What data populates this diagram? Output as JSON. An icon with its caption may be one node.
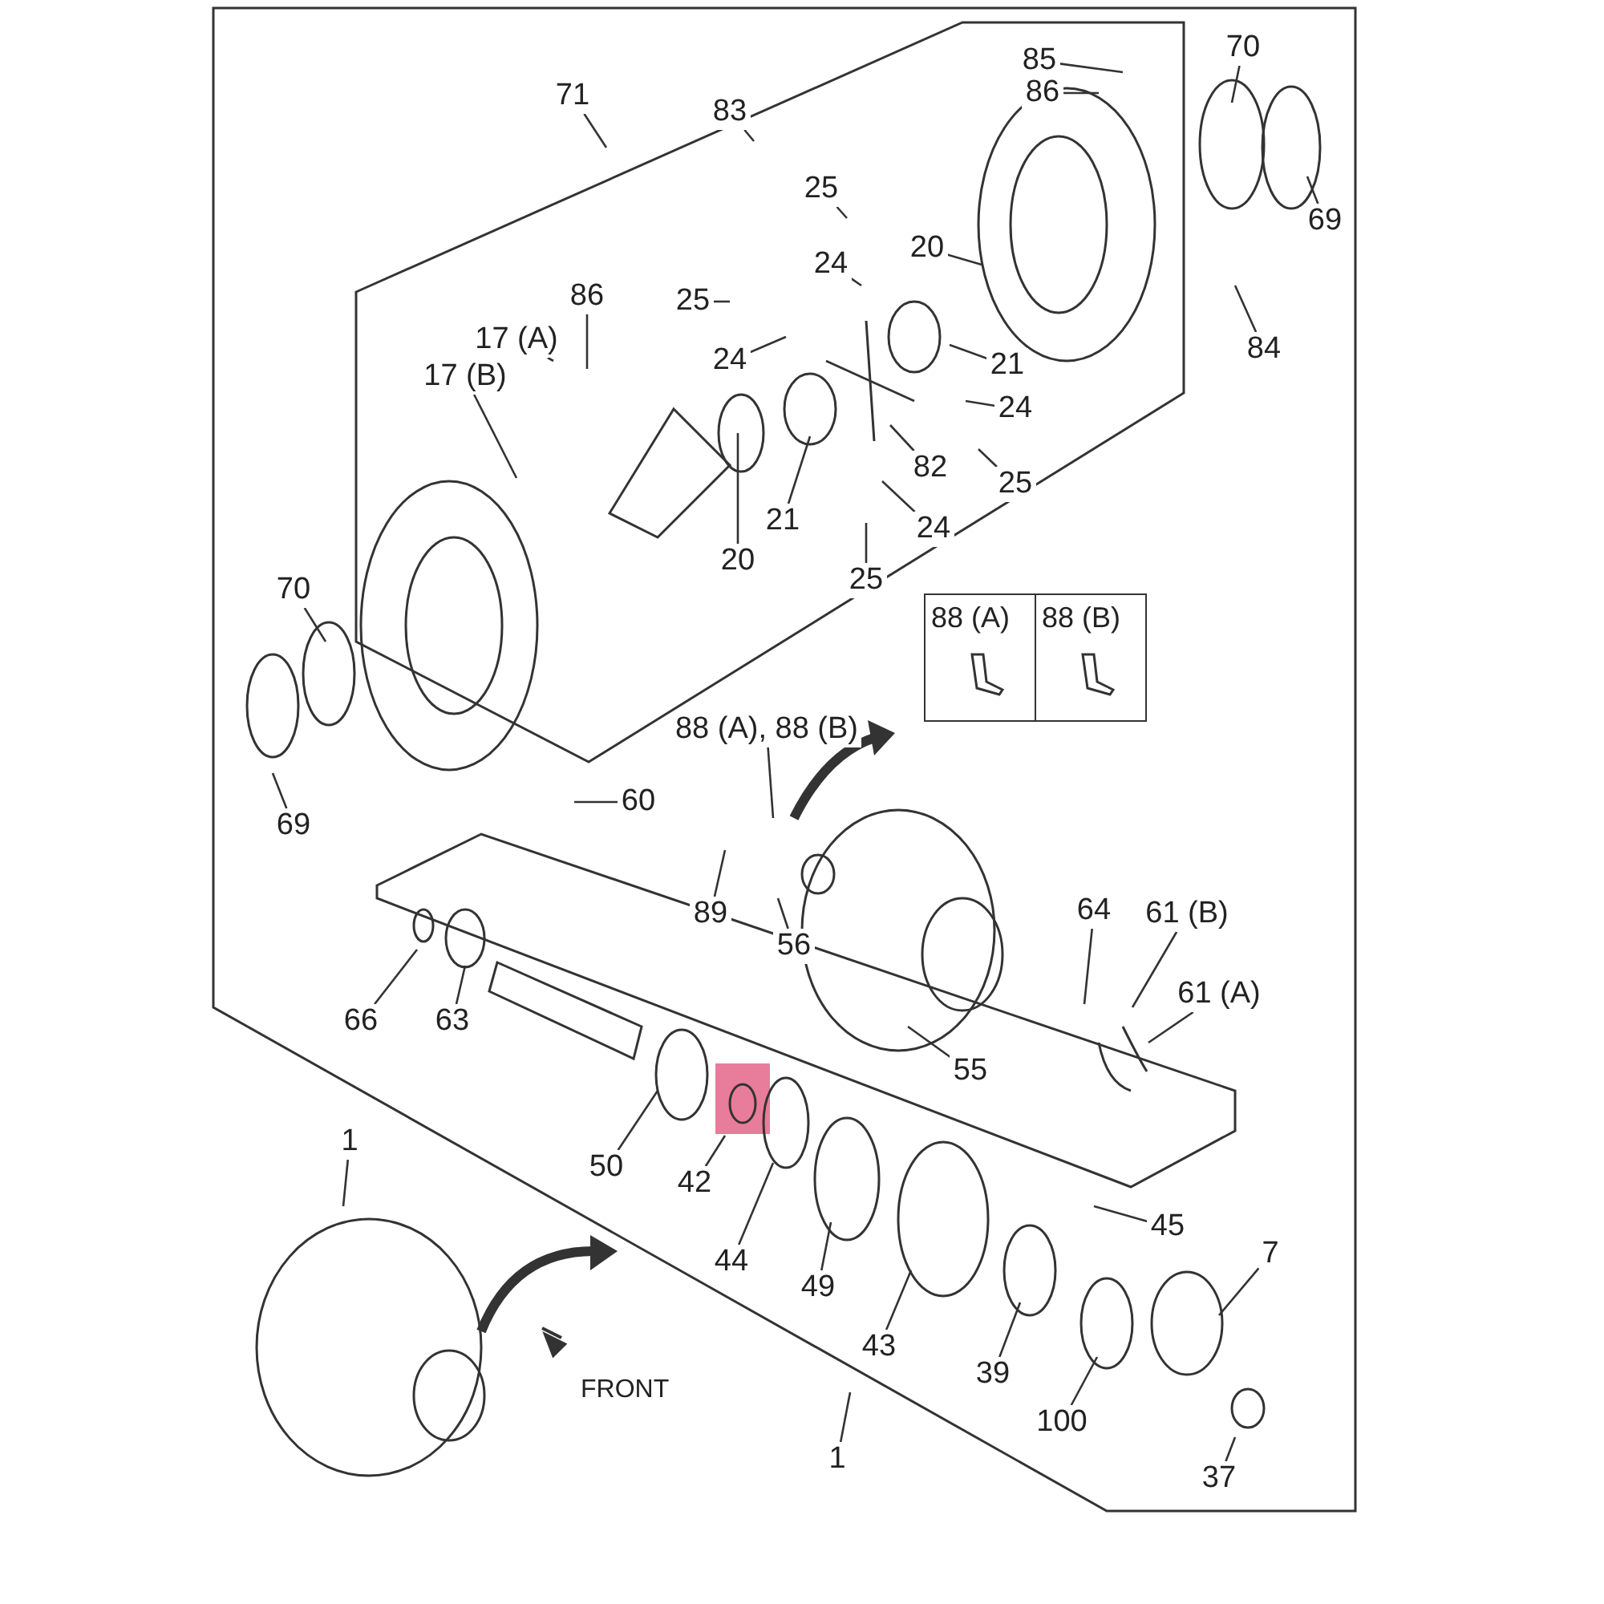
{
  "diagram": {
    "nodes": [
      {
        "text": [
          "85"
        ]
      },
      {
        "text": [
          "71"
        ]
      },
      {
        "text": [
          "86"
        ]
      },
      {
        "text": [
          "83"
        ]
      },
      {
        "text": [
          "70"
        ]
      },
      {
        "text": [
          "69"
        ]
      },
      {
        "text": [
          "25"
        ]
      },
      {
        "text": [
          "20"
        ]
      },
      {
        "text": [
          "84"
        ]
      },
      {
        "text": [
          "24"
        ]
      },
      {
        "text": [
          "86"
        ]
      },
      {
        "text": [
          "25"
        ]
      },
      {
        "text": [
          "17 (A)"
        ]
      },
      {
        "text": [
          "17 (B)"
        ]
      },
      {
        "text": [
          "24"
        ]
      },
      {
        "text": [
          "21"
        ]
      },
      {
        "text": [
          "24"
        ]
      },
      {
        "text": [
          "21"
        ]
      },
      {
        "text": [
          "82"
        ]
      },
      {
        "text": [
          "25"
        ]
      },
      {
        "text": [
          "20"
        ]
      },
      {
        "text": [
          "24"
        ]
      },
      {
        "text": [
          "25"
        ]
      },
      {
        "text": [
          "70"
        ]
      },
      {
        "text": [
          "88 (A)",
          "88 (B)"
        ]
      },
      {
        "text": [
          "88 (A), 88 (B)"
        ]
      },
      {
        "text": [
          "69"
        ]
      },
      {
        "text": [
          "60"
        ]
      },
      {
        "text": [
          "89"
        ]
      },
      {
        "text": [
          "56"
        ]
      },
      {
        "text": [
          "64"
        ]
      },
      {
        "text": [
          "61 (B)"
        ]
      },
      {
        "text": [
          "66"
        ]
      },
      {
        "text": [
          "63"
        ]
      },
      {
        "text": [
          "61 (A)"
        ]
      },
      {
        "text": [
          "55"
        ]
      },
      {
        "text": [
          "50"
        ]
      },
      {
        "text": [
          "42"
        ]
      },
      {
        "text": [
          "45"
        ]
      },
      {
        "text": [
          "1"
        ]
      },
      {
        "text": [
          "44"
        ]
      },
      {
        "text": [
          "49"
        ]
      },
      {
        "text": [
          "43"
        ]
      },
      {
        "text": [
          "7"
        ]
      },
      {
        "text": [
          "39"
        ]
      },
      {
        "text": [
          "100"
        ]
      },
      {
        "text": [
          "1"
        ]
      },
      {
        "text": [
          "37"
        ]
      }
    ],
    "edges": [
      {
        "from": 0,
        "to": null,
        "arrow": "none"
      },
      {
        "from": 1,
        "to": null,
        "arrow": "none"
      },
      {
        "from": 2,
        "to": null,
        "arrow": "none"
      },
      {
        "from": 3,
        "to": null,
        "arrow": "none"
      },
      {
        "from": 4,
        "to": null,
        "arrow": "none"
      },
      {
        "from": 5,
        "to": null,
        "arrow": "none"
      },
      {
        "from": 6,
        "to": null,
        "arrow": "none"
      },
      {
        "from": 7,
        "to": null,
        "arrow": "none"
      },
      {
        "from": 8,
        "to": null,
        "arrow": "none"
      },
      {
        "from": 9,
        "to": null,
        "arrow": "none"
      },
      {
        "from": 10,
        "to": null,
        "arrow": "none"
      },
      {
        "from": 11,
        "to": null,
        "arrow": "none"
      },
      {
        "from": 12,
        "to": null,
        "arrow": "none"
      },
      {
        "from": 13,
        "to": null,
        "arrow": "none"
      },
      {
        "from": 14,
        "to": null,
        "arrow": "none"
      },
      {
        "from": 15,
        "to": null,
        "arrow": "none"
      },
      {
        "from": 16,
        "to": null,
        "arrow": "none"
      },
      {
        "from": 17,
        "to": null,
        "arrow": "none"
      },
      {
        "from": 18,
        "to": null,
        "arrow": "none"
      },
      {
        "from": 19,
        "to": null,
        "arrow": "none"
      },
      {
        "from": 20,
        "to": null,
        "arrow": "none"
      },
      {
        "from": 21,
        "to": null,
        "arrow": "none"
      },
      {
        "from": 22,
        "to": null,
        "arrow": "none"
      },
      {
        "from": 23,
        "to": null,
        "arrow": "none"
      },
      {
        "from": 25,
        "to": null,
        "arrow": "none"
      },
      {
        "from": 26,
        "to": null,
        "arrow": "none"
      },
      {
        "from": 27,
        "to": null,
        "arrow": "none"
      },
      {
        "from": 28,
        "to": null,
        "arrow": "none"
      },
      {
        "from": 29,
        "to": null,
        "arrow": "none"
      },
      {
        "from": 30,
        "to": null,
        "arrow": "none"
      },
      {
        "from": 31,
        "to": null,
        "arrow": "none"
      },
      {
        "from": 32,
        "to": null,
        "arrow": "none"
      },
      {
        "from": 33,
        "to": null,
        "arrow": "none"
      },
      {
        "from": 34,
        "to": null,
        "arrow": "none"
      },
      {
        "from": 35,
        "to": null,
        "arrow": "none"
      },
      {
        "from": 36,
        "to": null,
        "arrow": "none"
      },
      {
        "from": 37,
        "to": null,
        "arrow": "none"
      },
      {
        "from": 38,
        "to": null,
        "arrow": "none"
      },
      {
        "from": 39,
        "to": null,
        "arrow": "none"
      },
      {
        "from": 40,
        "to": null,
        "arrow": "none"
      },
      {
        "from": 41,
        "to": null,
        "arrow": "none"
      },
      {
        "from": 42,
        "to": null,
        "arrow": "none"
      },
      {
        "from": 43,
        "to": null,
        "arrow": "none"
      },
      {
        "from": 44,
        "to": null,
        "arrow": "none"
      },
      {
        "from": 45,
        "to": null,
        "arrow": "none"
      },
      {
        "from": 46,
        "to": null,
        "arrow": "none"
      },
      {
        "from": 47,
        "to": null,
        "arrow": "none"
      }
    ],
    "labels": [
      "FRONT"
    ]
  }
}
